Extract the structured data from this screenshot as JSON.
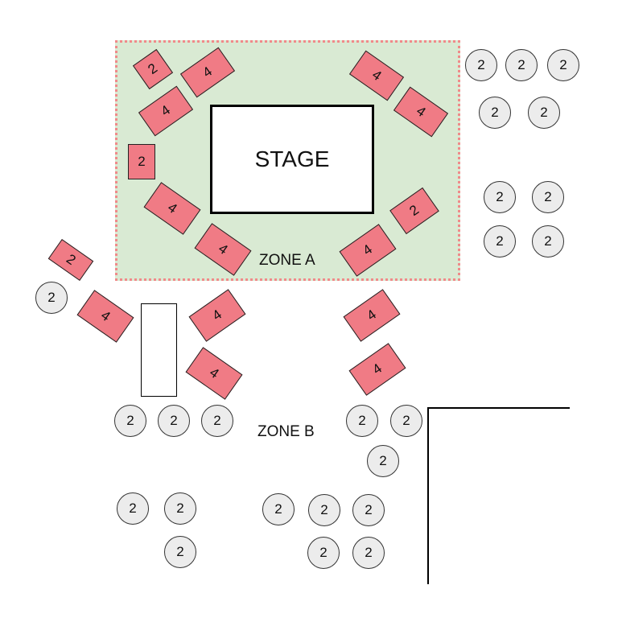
{
  "stage": {
    "label": "STAGE"
  },
  "zones": {
    "a": "ZONE A",
    "b": "ZONE B"
  },
  "colors": {
    "zone_a_fill": "#d9ead3",
    "zone_a_border": "#f08a8a",
    "rect_table": "#f07b85",
    "round_table": "#ececec"
  },
  "rect_tables": [
    {
      "seats": "2"
    },
    {
      "seats": "4"
    },
    {
      "seats": "4"
    },
    {
      "seats": "2"
    },
    {
      "seats": "4"
    },
    {
      "seats": "4"
    },
    {
      "seats": "4"
    },
    {
      "seats": "4"
    },
    {
      "seats": "2"
    },
    {
      "seats": "4"
    },
    {
      "seats": "2"
    },
    {
      "seats": "4"
    },
    {
      "seats": "4"
    },
    {
      "seats": "4"
    },
    {
      "seats": "4"
    },
    {
      "seats": "4"
    }
  ],
  "round_tables": [
    {
      "seats": "2"
    },
    {
      "seats": "2"
    },
    {
      "seats": "2"
    },
    {
      "seats": "2"
    },
    {
      "seats": "2"
    },
    {
      "seats": "2"
    },
    {
      "seats": "2"
    },
    {
      "seats": "2"
    },
    {
      "seats": "2"
    },
    {
      "seats": "2"
    },
    {
      "seats": "2"
    },
    {
      "seats": "2"
    },
    {
      "seats": "2"
    },
    {
      "seats": "2"
    },
    {
      "seats": "2"
    },
    {
      "seats": "2"
    },
    {
      "seats": "2"
    },
    {
      "seats": "2"
    },
    {
      "seats": "2"
    },
    {
      "seats": "2"
    },
    {
      "seats": "2"
    },
    {
      "seats": "2"
    },
    {
      "seats": "2"
    },
    {
      "seats": "2"
    }
  ]
}
